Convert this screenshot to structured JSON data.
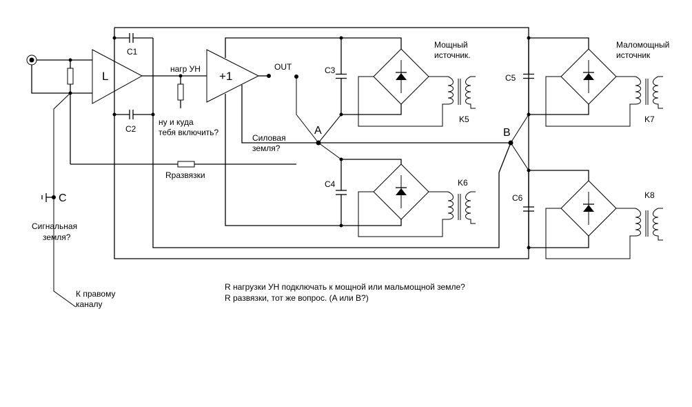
{
  "diagram": {
    "type": "schematic",
    "amplifiers": {
      "preamp": "L",
      "buffer": "+1"
    },
    "labels": {
      "c1": "C1",
      "c2": "C2",
      "c3": "C3",
      "c4": "C4",
      "c5": "C5",
      "c6": "C6",
      "k5": "K5",
      "k6": "K6",
      "k7": "K7",
      "k8": "K8",
      "out": "OUT",
      "node_a": "A",
      "node_b": "B",
      "node_c": "C",
      "load": "нагр УН",
      "where_line1": "ну и куда",
      "where_line2": "тебя включить?",
      "power_ground_line1": "Силовая",
      "power_ground_line2": "земля?",
      "r_decoupling": "Rразвязки",
      "signal_ground_line1": "Сигнальная",
      "signal_ground_line2": "земля?",
      "right_channel_line1": "К правому",
      "right_channel_line2": "каналу",
      "power_supply_line1": "Мощный",
      "power_supply_line2": "источник.",
      "lowpower_supply_line1": "Маломощный",
      "lowpower_supply_line2": "источник"
    },
    "questions": [
      "R нагрузки УН подключать к мощной или мальмощной земле?",
      "R развязки, тот же вопрос. (A или B?)"
    ]
  }
}
